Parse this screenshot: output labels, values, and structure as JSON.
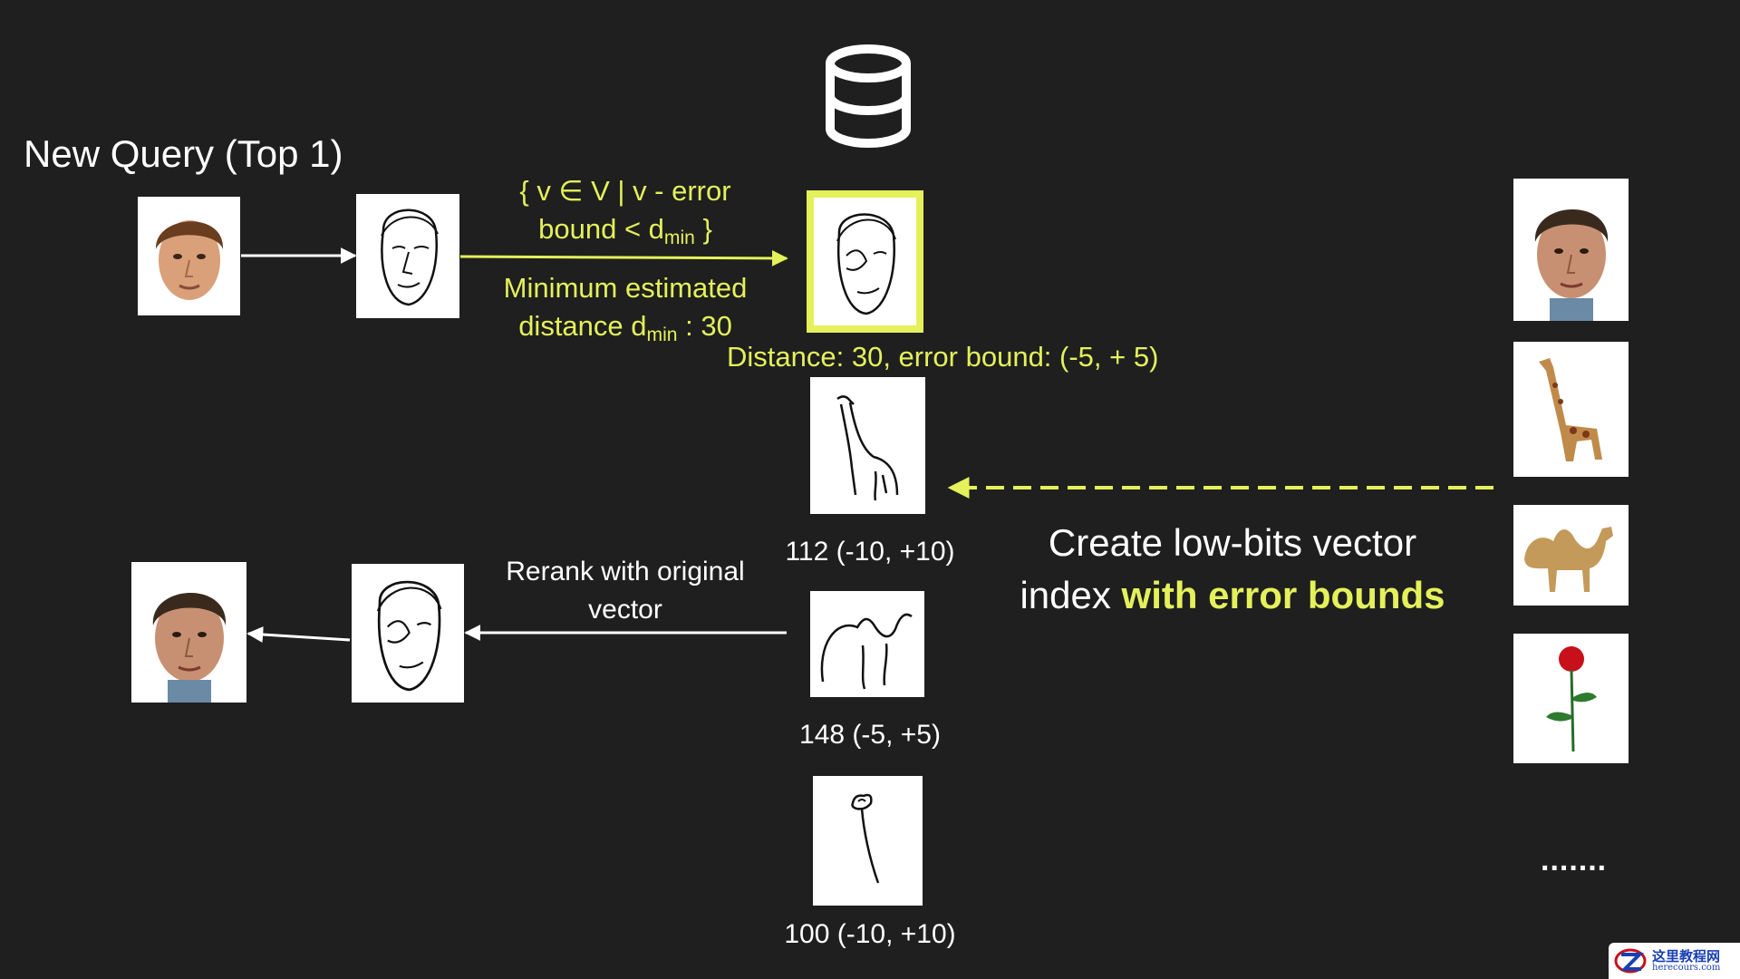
{
  "colors": {
    "background": "#1f1f1f",
    "accent": "#e4f15a",
    "text": "#ffffff"
  },
  "title": "New Query (Top 1)",
  "filter_set": {
    "line1": "{ v ∈ V | v - error",
    "line2_pre": "bound < d",
    "line2_sub": "min",
    "line2_post": " }"
  },
  "min_distance": {
    "line1": "Minimum estimated",
    "line2_pre": "distance d",
    "line2_sub": "min",
    "line2_post": " : 30"
  },
  "top_candidate": {
    "label": "Distance: 30, error bound:  (-5, + 5)"
  },
  "candidates": [
    {
      "label": "112 (-10, +10)"
    },
    {
      "label": "148 (-5, +5)"
    },
    {
      "label": "100 (-10, +10)"
    }
  ],
  "rerank": {
    "line1": "Rerank with original",
    "line2": "vector"
  },
  "index_note": {
    "line1": "Create low-bits vector",
    "line2_pre": "index ",
    "line2_bold": "with error bounds"
  },
  "dataset_more": ".......",
  "icons": [
    "database-icon"
  ],
  "watermark": {
    "main": "这里教程网",
    "sub": "herecours.com"
  }
}
